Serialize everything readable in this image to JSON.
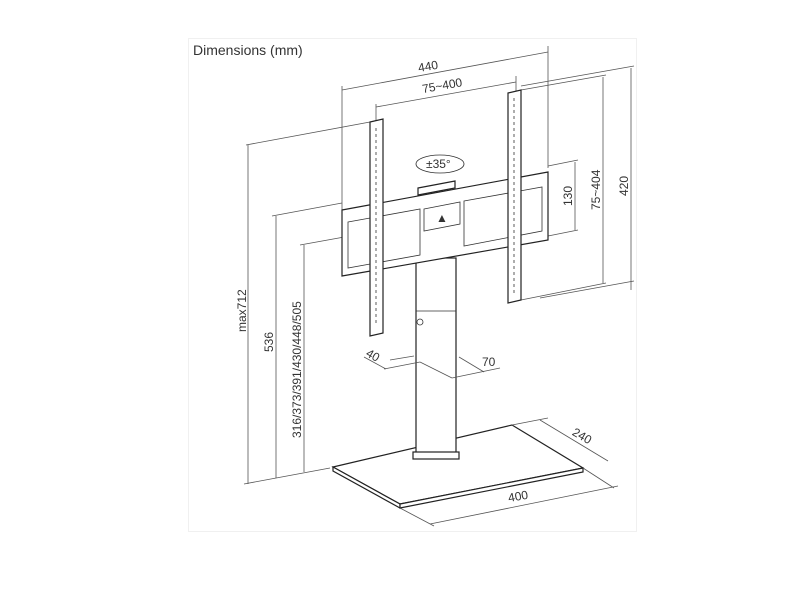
{
  "title": "Dimensions (mm)",
  "dimensions": {
    "overall_width": "440",
    "vesa_width": "75~400",
    "rotation": "±35°",
    "plate_height": "130",
    "vesa_height": "75~404",
    "arm_height": "420",
    "max_height": "max712",
    "mid_height": "536",
    "height_steps": "316/373/391/430/448/505",
    "column_depth": "40",
    "column_width": "70",
    "base_depth": "240",
    "base_width": "400"
  }
}
